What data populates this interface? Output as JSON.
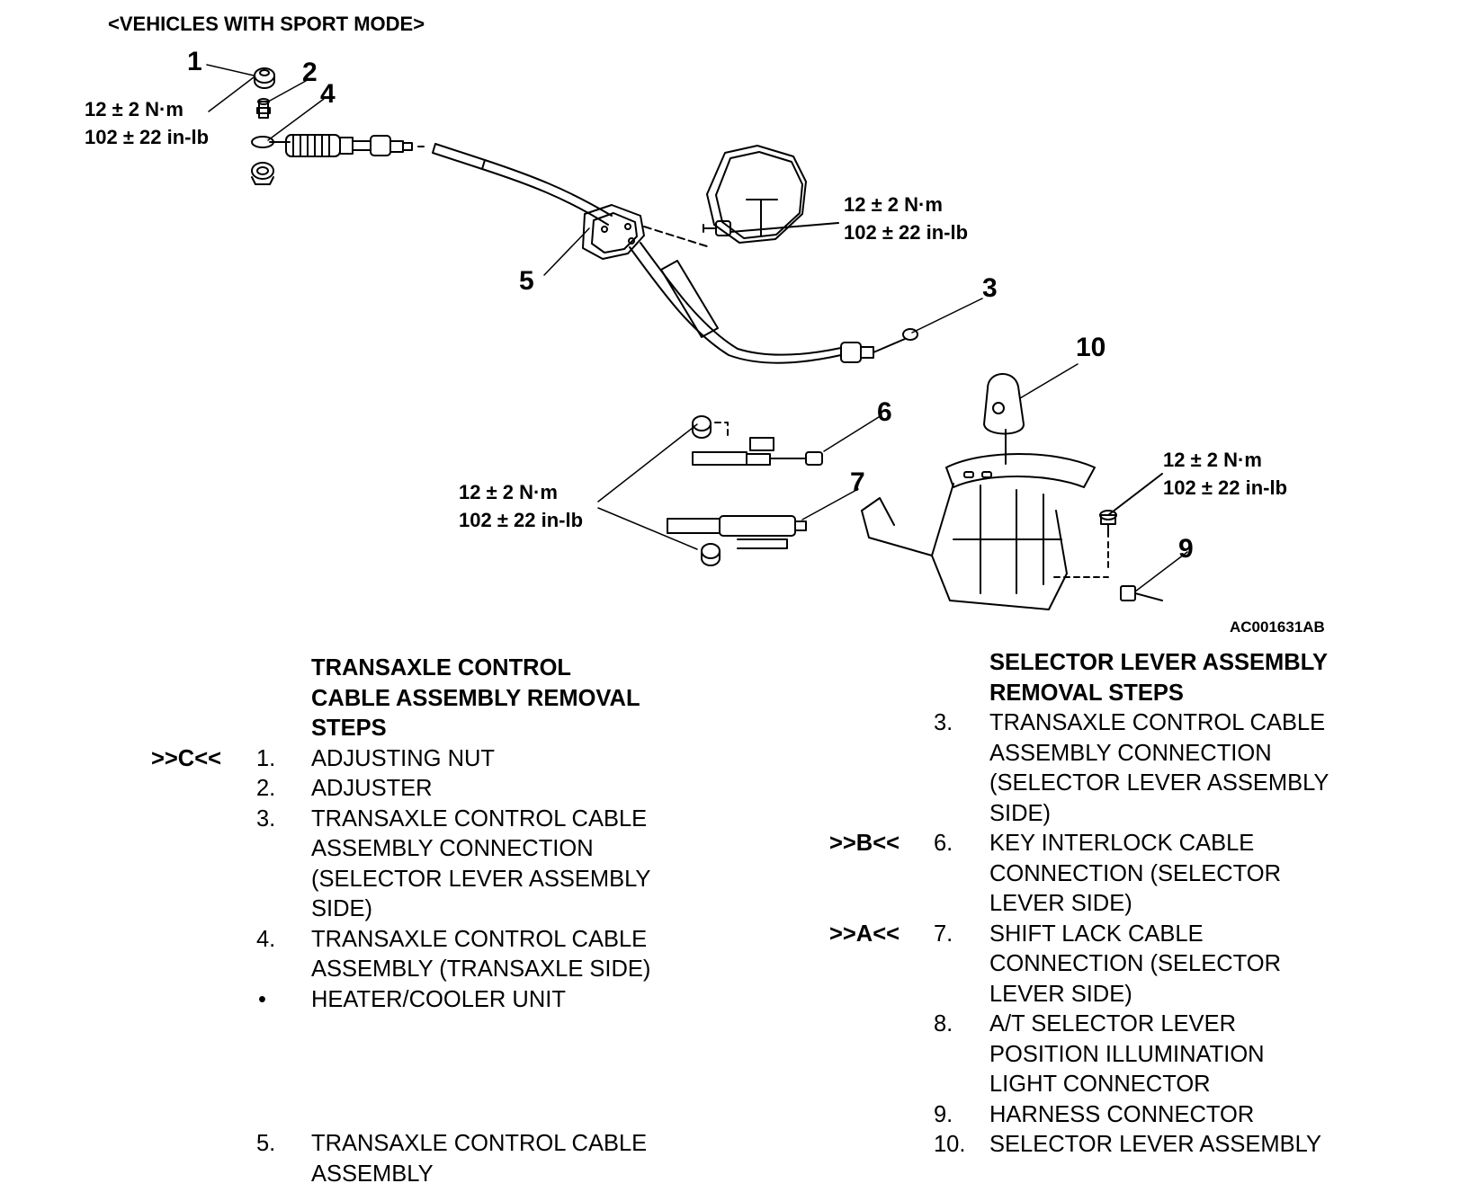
{
  "header": "<VEHICLES WITH SPORT MODE>",
  "figure_id": "AC001631AB",
  "callouts": [
    "1",
    "2",
    "4",
    "5",
    "3",
    "10",
    "6",
    "7",
    "9"
  ],
  "torque_specs": [
    {
      "nm": "12 ± 2 N·m",
      "inlb": "102 ± 22 in-lb"
    },
    {
      "nm": "12 ± 2 N·m",
      "inlb": "102 ± 22 in-lb"
    },
    {
      "nm": "12 ± 2 N·m",
      "inlb": "102 ± 22 in-lb"
    },
    {
      "nm": "12 ±  2 N·m",
      "inlb": "102 ± 22 in-lb"
    }
  ],
  "left_column": {
    "title_lines": [
      "TRANSAXLE CONTROL",
      "CABLE ASSEMBLY REMOVAL",
      "STEPS"
    ],
    "steps": [
      {
        "marker": ">>C<<",
        "num": "1.",
        "lines": [
          "ADJUSTING NUT"
        ]
      },
      {
        "marker": "",
        "num": "2.",
        "lines": [
          "ADJUSTER"
        ]
      },
      {
        "marker": "",
        "num": "3.",
        "lines": [
          "TRANSAXLE CONTROL CABLE",
          "ASSEMBLY CONNECTION",
          "(SELECTOR LEVER ASSEMBLY",
          "SIDE)"
        ]
      },
      {
        "marker": "",
        "num": "4.",
        "lines": [
          "TRANSAXLE CONTROL CABLE",
          "ASSEMBLY (TRANSAXLE SIDE)"
        ]
      },
      {
        "marker": "",
        "num": "•",
        "lines": [
          "HEATER/COOLER UNIT"
        ]
      },
      {
        "marker": "",
        "num": "5.",
        "lines": [
          "TRANSAXLE CONTROL CABLE",
          "ASSEMBLY"
        ]
      }
    ]
  },
  "right_column": {
    "title_lines": [
      "SELECTOR LEVER ASSEMBLY",
      "REMOVAL STEPS"
    ],
    "steps": [
      {
        "marker": "",
        "num": "3.",
        "lines": [
          "TRANSAXLE CONTROL CABLE",
          "ASSEMBLY CONNECTION",
          "(SELECTOR LEVER ASSEMBLY",
          "SIDE)"
        ]
      },
      {
        "marker": ">>B<<",
        "num": "6.",
        "lines": [
          "KEY INTERLOCK CABLE",
          "CONNECTION (SELECTOR",
          "LEVER SIDE)"
        ]
      },
      {
        "marker": ">>A<<",
        "num": "7.",
        "lines": [
          "SHIFT LACK CABLE",
          "CONNECTION (SELECTOR",
          "LEVER SIDE)"
        ]
      },
      {
        "marker": "",
        "num": "8.",
        "lines": [
          "A/T SELECTOR LEVER",
          "POSITION ILLUMINATION",
          "LIGHT CONNECTOR"
        ]
      },
      {
        "marker": "",
        "num": "9.",
        "lines": [
          "HARNESS CONNECTOR"
        ]
      },
      {
        "marker": "",
        "num": "10.",
        "lines": [
          "SELECTOR LEVER ASSEMBLY"
        ]
      }
    ]
  }
}
